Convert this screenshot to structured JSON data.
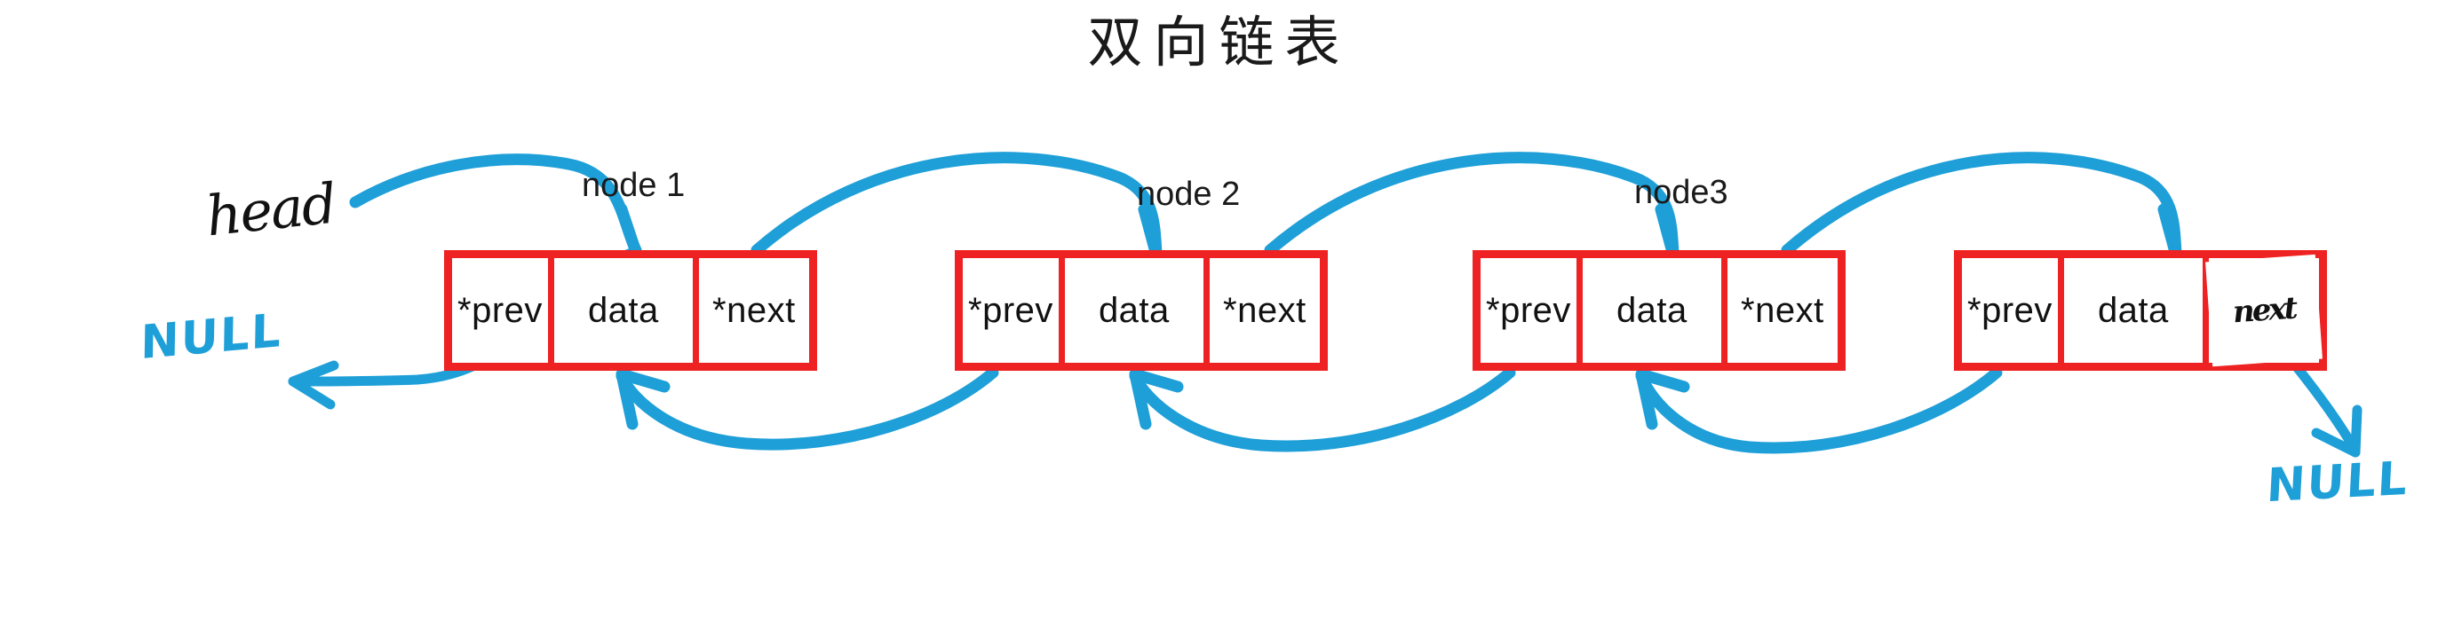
{
  "page": {
    "title": "双向链表",
    "background_color": "#ffffff",
    "ink_colors": {
      "box_red": "#ee2222",
      "arrow_blue": "#1e9fd8",
      "text_black": "#111111"
    }
  },
  "labels": {
    "head": "head",
    "null_left": "NULL",
    "null_right": "NULL"
  },
  "captions": [
    {
      "text": "node 1"
    },
    {
      "text": "node 2"
    },
    {
      "text": "node3"
    },
    {
      "text": ""
    }
  ],
  "nodes": [
    {
      "name": "node-1",
      "cells": {
        "prev": "*prev",
        "data": "data",
        "next": "*next"
      },
      "next_handwritten": false
    },
    {
      "name": "node-2",
      "cells": {
        "prev": "*prev",
        "data": "data",
        "next": "*next"
      },
      "next_handwritten": false
    },
    {
      "name": "node-3",
      "cells": {
        "prev": "*prev",
        "data": "data",
        "next": "*next"
      },
      "next_handwritten": false
    },
    {
      "name": "node-4",
      "cells": {
        "prev": "*prev",
        "data": "data",
        "next": "next"
      },
      "next_handwritten": true
    }
  ],
  "arrows": {
    "forward_label": "next-pointer-arrow",
    "backward_label": "prev-pointer-arrow",
    "head_label": "head-pointer-arrow",
    "null_left_label": "prev-null-arrow",
    "null_right_label": "next-null-arrow"
  }
}
